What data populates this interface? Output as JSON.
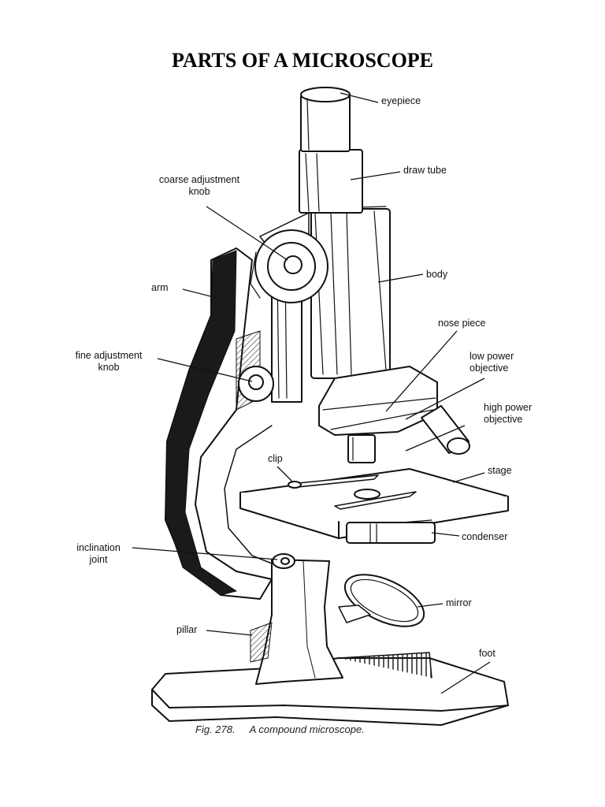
{
  "title": "PARTS OF A MICROSCOPE",
  "labels": {
    "eyepiece": "eyepiece",
    "draw_tube": "draw tube",
    "coarse_adjustment_knob_line1": "coarse adjustment",
    "coarse_adjustment_knob_line2": "knob",
    "body": "body",
    "arm": "arm",
    "nose_piece": "nose piece",
    "low_power_objective_line1": "low power",
    "low_power_objective_line2": "objective",
    "fine_adjustment_knob_line1": "fine adjustment",
    "fine_adjustment_knob_line2": "knob",
    "high_power_objective_line1": "high power",
    "high_power_objective_line2": "objective",
    "clip": "clip",
    "stage": "stage",
    "condenser": "condenser",
    "inclination_joint_line1": "inclination",
    "inclination_joint_line2": "joint",
    "mirror": "mirror",
    "pillar": "pillar",
    "foot": "foot"
  },
  "caption": {
    "figure_number": "Fig. 278.",
    "text": "A compound microscope."
  }
}
